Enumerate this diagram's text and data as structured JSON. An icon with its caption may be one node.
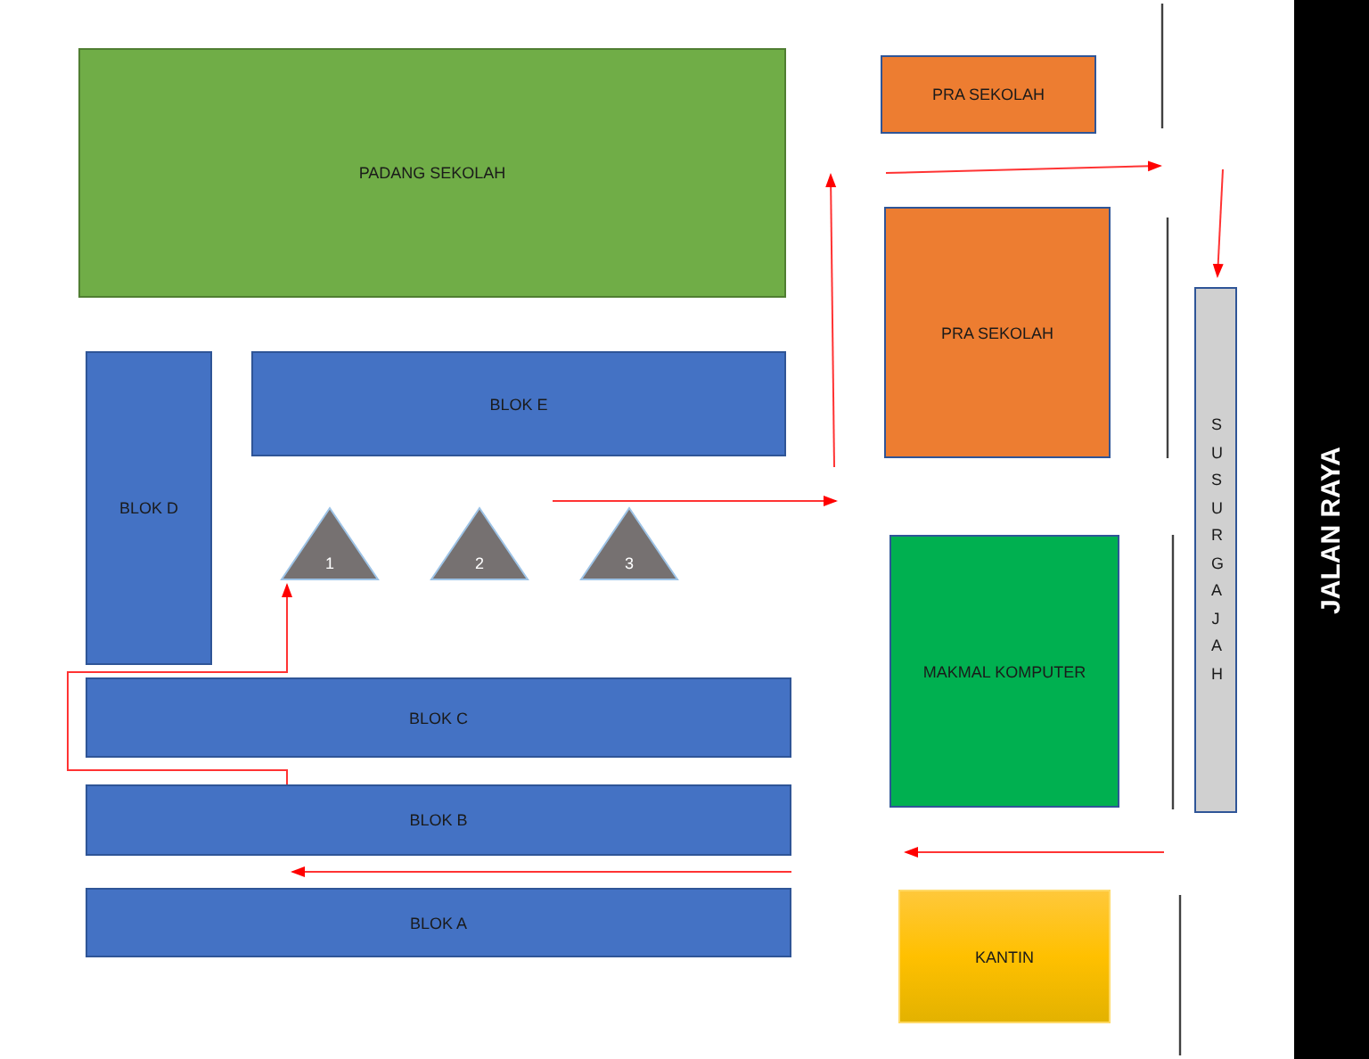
{
  "diagram": {
    "nodes": [
      {
        "text": [
          "PADANG SEKOLAH"
        ]
      },
      {
        "text": [
          "PRA SEKOLAH"
        ]
      },
      {
        "text": [
          "PRA SEKOLAH"
        ]
      },
      {
        "text": [
          "BLOK E"
        ]
      },
      {
        "text": [
          "BLOK D"
        ]
      },
      {
        "text": [
          "SUSUR GAJAH"
        ]
      },
      {
        "text": [
          "JALAN RAYA"
        ]
      },
      {
        "text": [
          "1"
        ]
      },
      {
        "text": [
          "2"
        ]
      },
      {
        "text": [
          "3"
        ]
      },
      {
        "text": [
          "MAKMAL KOMPUTER"
        ]
      },
      {
        "text": [
          "BLOK C"
        ]
      },
      {
        "text": [
          "BLOK B"
        ]
      },
      {
        "text": [
          "BLOK A"
        ]
      },
      {
        "text": [
          "KANTIN"
        ]
      }
    ],
    "edges": [
      {
        "from": 12,
        "to": 7,
        "arrow": "to"
      }
    ]
  }
}
